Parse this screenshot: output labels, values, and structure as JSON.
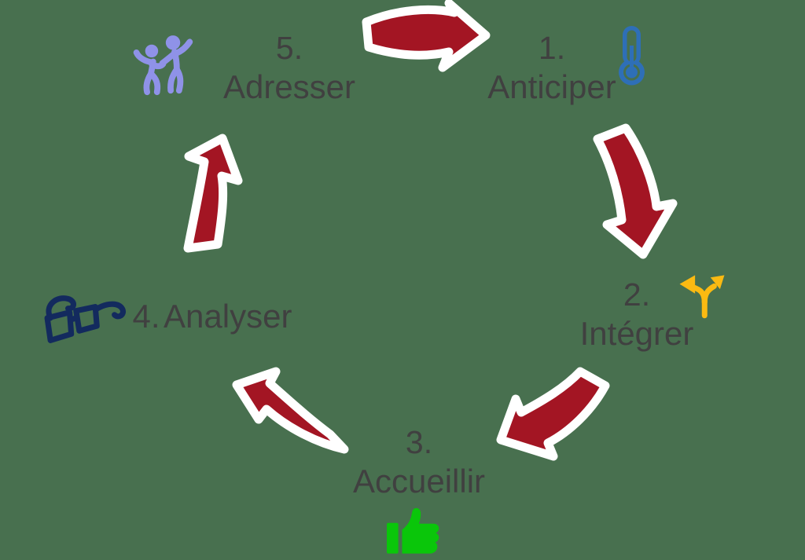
{
  "diagram": {
    "type": "cycle",
    "direction": "clockwise",
    "step_count": 5
  },
  "colors": {
    "background": "#48704F",
    "arrow_fill": "#A31523",
    "arrow_outline": "#FFFFFF",
    "text": "#404040",
    "thermometer": "#2E6FB7",
    "branching_arrows": "#FBBA12",
    "thumbs_up": "#0AC60A",
    "glasses": "#132A5E",
    "dancers": "#8F92E8"
  },
  "steps": [
    {
      "number": "1.",
      "label": "Anticiper",
      "icon": "thermometer-icon",
      "icon_color": "#2E6FB7"
    },
    {
      "number": "2.",
      "label": "Intégrer",
      "icon": "branching-arrows-icon",
      "icon_color": "#FBBA12"
    },
    {
      "number": "3.",
      "label": "Accueillir",
      "icon": "thumbs-up-icon",
      "icon_color": "#0AC60A"
    },
    {
      "number": "4.",
      "label": "Analyser",
      "icon": "3d-glasses-icon",
      "icon_color": "#132A5E"
    },
    {
      "number": "5.",
      "label": "Adresser",
      "icon": "dancing-people-icon",
      "icon_color": "#8F92E8"
    }
  ],
  "arrows": [
    {
      "name": "arrow-5-to-1",
      "direction": "right"
    },
    {
      "name": "arrow-1-to-2",
      "direction": "down"
    },
    {
      "name": "arrow-2-to-3",
      "direction": "down-left"
    },
    {
      "name": "arrow-3-to-4",
      "direction": "up-left"
    },
    {
      "name": "arrow-4-to-5",
      "direction": "up"
    }
  ]
}
